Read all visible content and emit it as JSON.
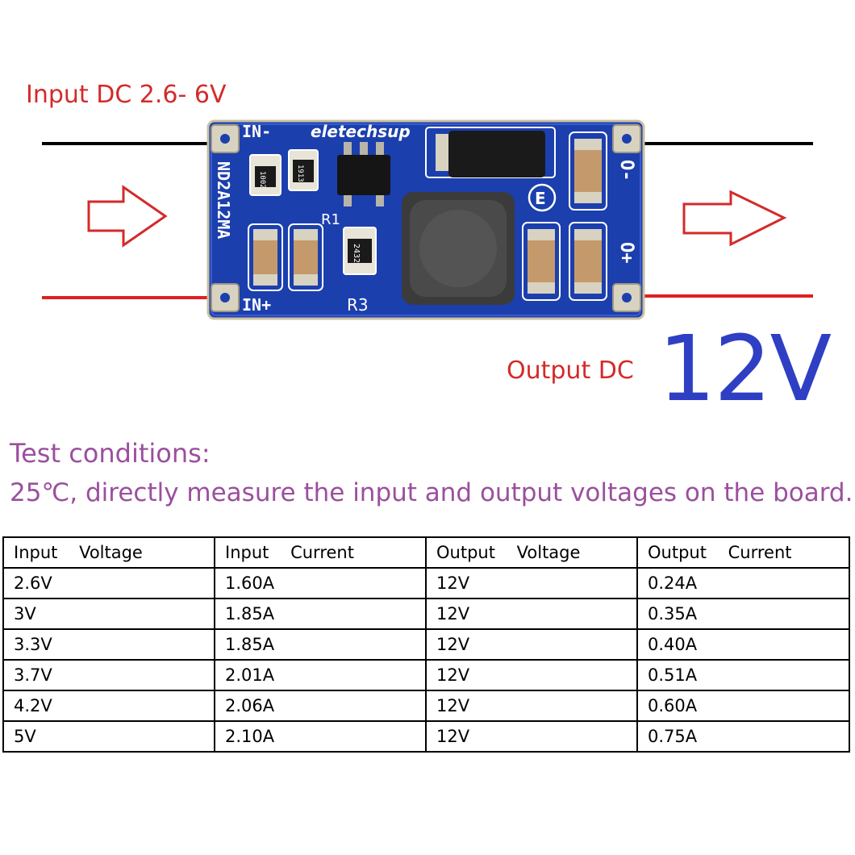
{
  "labels": {
    "input": "Input DC 2.6- 6V",
    "output_prefix": "Output DC",
    "output_voltage": "12V"
  },
  "board": {
    "brand": "eletechsup",
    "model": "ND2A12MA",
    "pin_in_minus": "IN-",
    "pin_in_plus": "IN+",
    "pin_out_minus": "O-",
    "pin_out_plus": "O+",
    "r1_label": "R1",
    "r3_label": "R3",
    "res_1002": "1002",
    "res_1913": "1913",
    "res_2432": "2432",
    "logo": "E",
    "pcb_color": "#1c3fae",
    "wire_negative": "#000000",
    "wire_positive": "#e02020",
    "arrow_color": "#d42a2a"
  },
  "test": {
    "heading": "Test conditions:",
    "description": "25℃, directly measure the input and output voltages on the board."
  },
  "table": {
    "headers": [
      "Input    Voltage",
      "Input    Current",
      "Output    Voltage",
      "Output    Current"
    ],
    "rows": [
      [
        "2.6V",
        "1.60A",
        "12V",
        "0.24A"
      ],
      [
        "3V",
        "1.85A",
        "12V",
        "0.35A"
      ],
      [
        "3.3V",
        "1.85A",
        "12V",
        "0.40A"
      ],
      [
        "3.7V",
        "2.01A",
        "12V",
        "0.51A"
      ],
      [
        "4.2V",
        "2.06A",
        "12V",
        "0.60A"
      ],
      [
        "5V",
        "2.10A",
        "12V",
        "0.75A"
      ]
    ]
  }
}
